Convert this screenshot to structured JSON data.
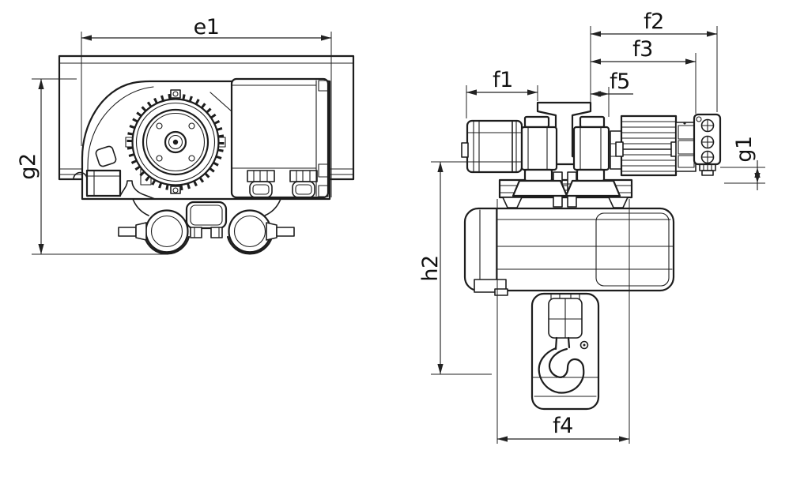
{
  "drawing": {
    "type": "engineering-dimension-drawing",
    "subject": "electric chain hoist with trolley, two orthographic views",
    "colors": {
      "background": "#ffffff",
      "line": "#1d1d1d",
      "dimension_line": "#222222",
      "label_text": "#111111"
    }
  },
  "dims": {
    "e1": "e1",
    "g2": "g2",
    "f1": "f1",
    "f2": "f2",
    "f3": "f3",
    "f4": "f4",
    "f5": "f5",
    "g1": "g1",
    "h2": "h2"
  },
  "views": {
    "front": {
      "labels": [
        "e1",
        "g2"
      ]
    },
    "side": {
      "labels": [
        "f1",
        "f2",
        "f3",
        "f5",
        "g1",
        "h2",
        "f4"
      ]
    }
  }
}
